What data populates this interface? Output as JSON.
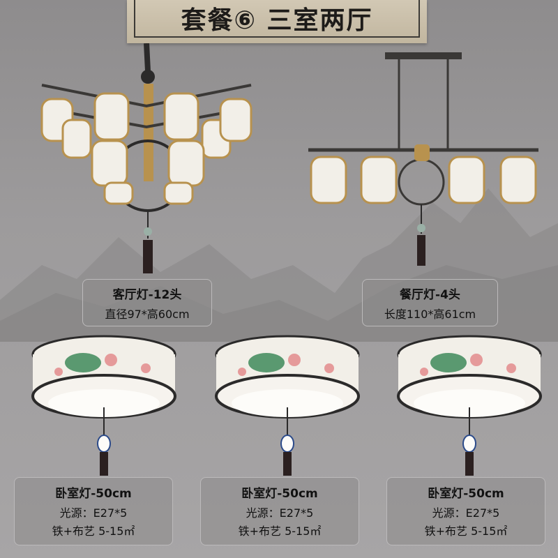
{
  "banner": {
    "title": "套餐⑥  三室两厅"
  },
  "products": {
    "living_room": {
      "title": "客厅灯-12头",
      "spec": "直径97*高60cm"
    },
    "dining_room": {
      "title": "餐厅灯-4头",
      "spec": "长度110*高61cm"
    },
    "bedrooms": [
      {
        "title": "卧室灯-50cm",
        "light_source": "光源：E27*5",
        "material": "铁+布艺  5-15㎡"
      },
      {
        "title": "卧室灯-50cm",
        "light_source": "光源：E27*5",
        "material": "铁+布艺  5-15㎡"
      },
      {
        "title": "卧室灯-50cm",
        "light_source": "光源：E27*5",
        "material": "铁+布艺  5-15㎡"
      }
    ]
  },
  "colors": {
    "background": "#9b999a",
    "banner": "#c9bea8",
    "lamp_shade": "#f2efe8",
    "brass": "#b8924e",
    "black_metal": "#2b2a2a",
    "lotus_green": "#3f8a5a",
    "lotus_pink": "#e59a9a"
  }
}
